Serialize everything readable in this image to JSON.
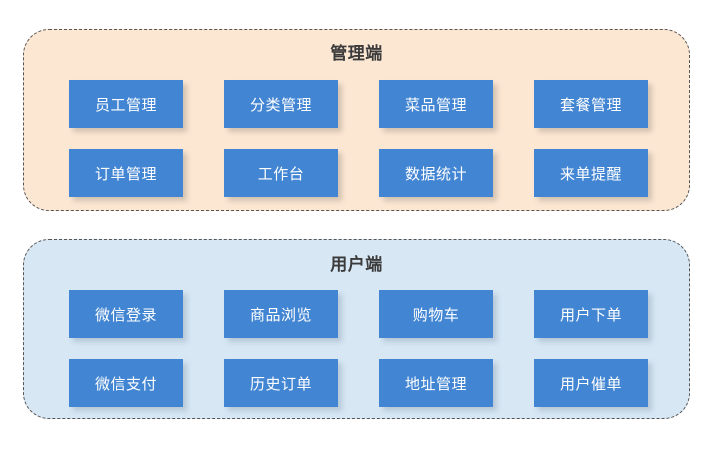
{
  "diagram": {
    "title": "",
    "colors": {
      "admin_panel_bg": "#fce7d3",
      "user_panel_bg": "#d7e7f4",
      "cell_bg": "#4285d2",
      "cell_text": "#ffffff",
      "panel_title_text": "#3b3b3b",
      "panel_border": "#555555"
    },
    "panels": [
      {
        "id": "admin",
        "title": "管理端",
        "rows": [
          [
            {
              "label": "员工管理"
            },
            {
              "label": "分类管理"
            },
            {
              "label": "菜品管理"
            },
            {
              "label": "套餐管理"
            }
          ],
          [
            {
              "label": "订单管理"
            },
            {
              "label": "工作台"
            },
            {
              "label": "数据统计"
            },
            {
              "label": "来单提醒"
            }
          ]
        ]
      },
      {
        "id": "user",
        "title": "用户端",
        "rows": [
          [
            {
              "label": "微信登录"
            },
            {
              "label": "商品浏览"
            },
            {
              "label": "购物车"
            },
            {
              "label": "用户下单"
            }
          ],
          [
            {
              "label": "微信支付"
            },
            {
              "label": "历史订单"
            },
            {
              "label": "地址管理"
            },
            {
              "label": "用户催单"
            }
          ]
        ]
      }
    ]
  }
}
